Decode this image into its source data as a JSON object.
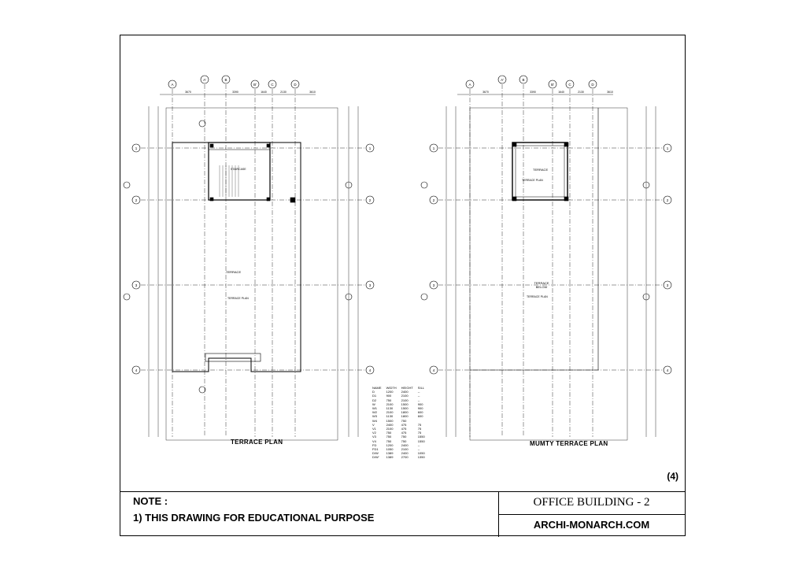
{
  "sheet_number": "(4)",
  "note": {
    "heading": "NOTE :",
    "line1": "1) THIS DRAWING FOR EDUCATIONAL PURPOSE"
  },
  "title_block": {
    "project": "OFFICE BUILDING - 2",
    "website": "ARCHI-MONARCH.COM"
  },
  "grid_columns": [
    "A",
    "A'",
    "B",
    "B'",
    "C",
    "D"
  ],
  "grid_rows": [
    "1",
    "2",
    "3",
    "4"
  ],
  "plans": [
    {
      "title": "TERRACE PLAN",
      "room_labels": [
        "TERRACE",
        "STAIRCASE"
      ],
      "level_tag": "TERRACE PLAN",
      "col_dims": [
        "3670",
        "3390",
        "1640",
        "2130",
        "3610"
      ]
    },
    {
      "title": "MUMTY TERRACE PLAN",
      "room_labels": [
        "TERRACE",
        "TERRACE BELOW"
      ],
      "level_tag": "TERRACE PLAN",
      "col_dims": [
        "3670",
        "3390",
        "1640",
        "2130",
        "3610"
      ]
    }
  ],
  "schedule": {
    "headers": [
      "NAME",
      "WIDTH",
      "HEIGHT",
      "SILL"
    ],
    "rows": [
      [
        "D",
        "1200",
        "2400",
        "--"
      ],
      [
        "D1",
        "900",
        "2100",
        "--"
      ],
      [
        "D2",
        "750",
        "2100",
        "--"
      ],
      [
        "W",
        "2100",
        "1500",
        "900"
      ],
      [
        "W1",
        "1130",
        "1500",
        "900"
      ],
      [
        "W2",
        "2100",
        "1800",
        "600"
      ],
      [
        "W3",
        "1130",
        "1800",
        "600"
      ],
      [
        "W4",
        "1500",
        "750",
        ""
      ],
      [
        "V",
        "2400",
        "475",
        "75"
      ],
      [
        "V1",
        "2100",
        "475",
        "75"
      ],
      [
        "V2",
        "750",
        "475",
        "75"
      ],
      [
        "V3",
        "750",
        "750",
        "1550"
      ],
      [
        "V4",
        "750",
        "750",
        "1550"
      ],
      [
        "FD",
        "1200",
        "2400",
        "--"
      ],
      [
        "FD1",
        "1050",
        "2100",
        "--"
      ],
      [
        "D/W",
        "1389",
        "2400",
        "1050"
      ],
      [
        "D/W'",
        "1389",
        "2700",
        "1350"
      ]
    ]
  }
}
